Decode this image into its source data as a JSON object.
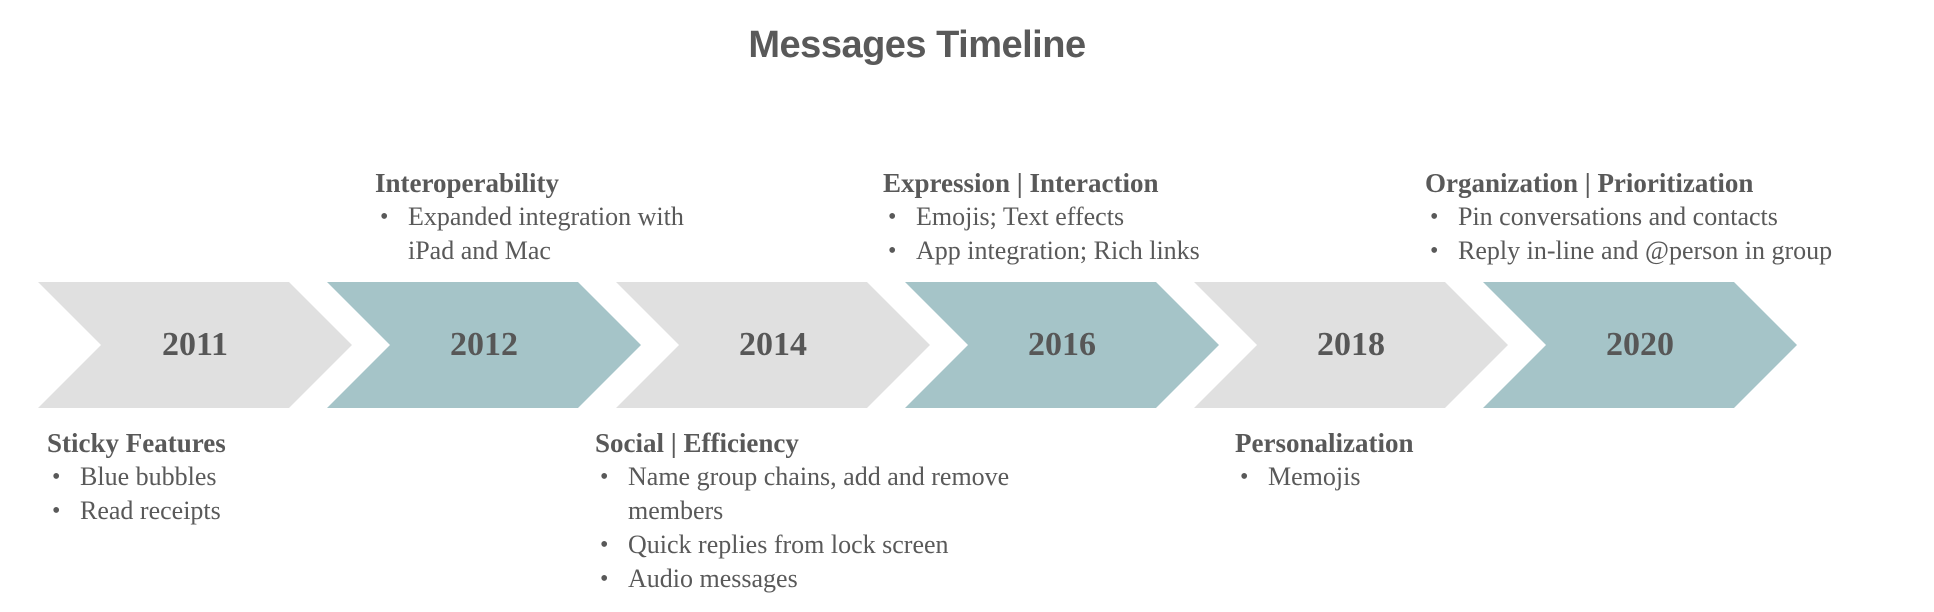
{
  "title": "Messages Timeline",
  "colors": {
    "accent_teal": "#a5c4c8",
    "neutral_gray": "#e0e0e0",
    "text_gray": "#595959",
    "background": "#ffffff"
  },
  "timeline": {
    "milestones": [
      {
        "year": "2011",
        "color_role": "gray"
      },
      {
        "year": "2012",
        "color_role": "teal"
      },
      {
        "year": "2014",
        "color_role": "gray"
      },
      {
        "year": "2016",
        "color_role": "teal"
      },
      {
        "year": "2018",
        "color_role": "gray"
      },
      {
        "year": "2020",
        "color_role": "teal"
      }
    ]
  },
  "annotations": {
    "above": [
      {
        "heading": "Interoperability",
        "bullets": [
          "Expanded integration with iPad and Mac"
        ]
      },
      {
        "heading": "Expression | Interaction",
        "bullets": [
          "Emojis; Text effects",
          "App integration; Rich links"
        ]
      },
      {
        "heading": "Organization | Prioritization",
        "bullets": [
          "Pin conversations and contacts",
          "Reply in-line and @person in group"
        ]
      }
    ],
    "below": [
      {
        "heading": "Sticky Features",
        "bullets": [
          "Blue bubbles",
          "Read receipts"
        ]
      },
      {
        "heading": "Social | Efficiency",
        "bullets": [
          "Name group chains, add and remove members",
          "Quick replies from lock screen",
          "Audio messages"
        ]
      },
      {
        "heading": "Personalization",
        "bullets": [
          "Memojis"
        ]
      }
    ]
  }
}
